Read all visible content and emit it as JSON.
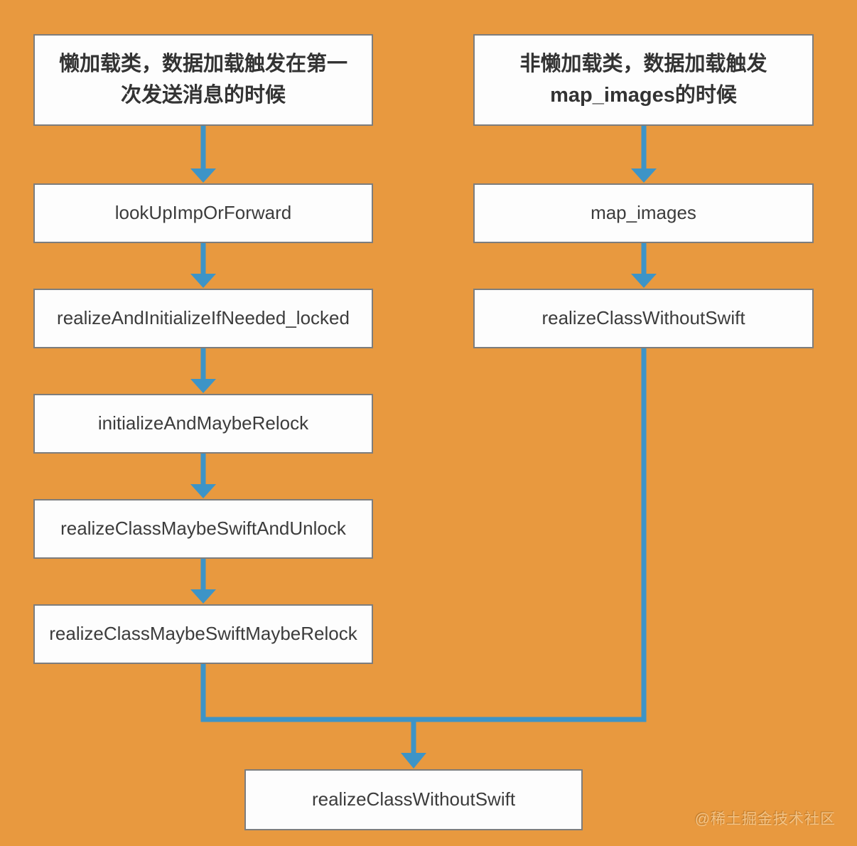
{
  "colors": {
    "background": "#e8993f",
    "arrow": "#3d94c7",
    "box_border": "#7d7d7d",
    "box_fill": "#fdfdfd",
    "box_text": "#3c3c3c"
  },
  "left_branch": {
    "header_lines": [
      "懒加载类，数据加载触发在第一",
      "次发送消息的时候"
    ],
    "nodes": [
      "lookUpImpOrForward",
      "realizeAndInitializeIfNeeded_locked",
      "initializeAndMaybeRelock",
      "realizeClassMaybeSwiftAndUnlock",
      "realizeClassMaybeSwiftMaybeRelock"
    ]
  },
  "right_branch": {
    "header_lines": [
      "非懒加载类，数据加载触发",
      "map_images的时候"
    ],
    "nodes": [
      "map_images",
      "realizeClassWithoutSwift"
    ]
  },
  "merge_node": "realizeClassWithoutSwift",
  "watermark": "@稀土掘金技术社区"
}
